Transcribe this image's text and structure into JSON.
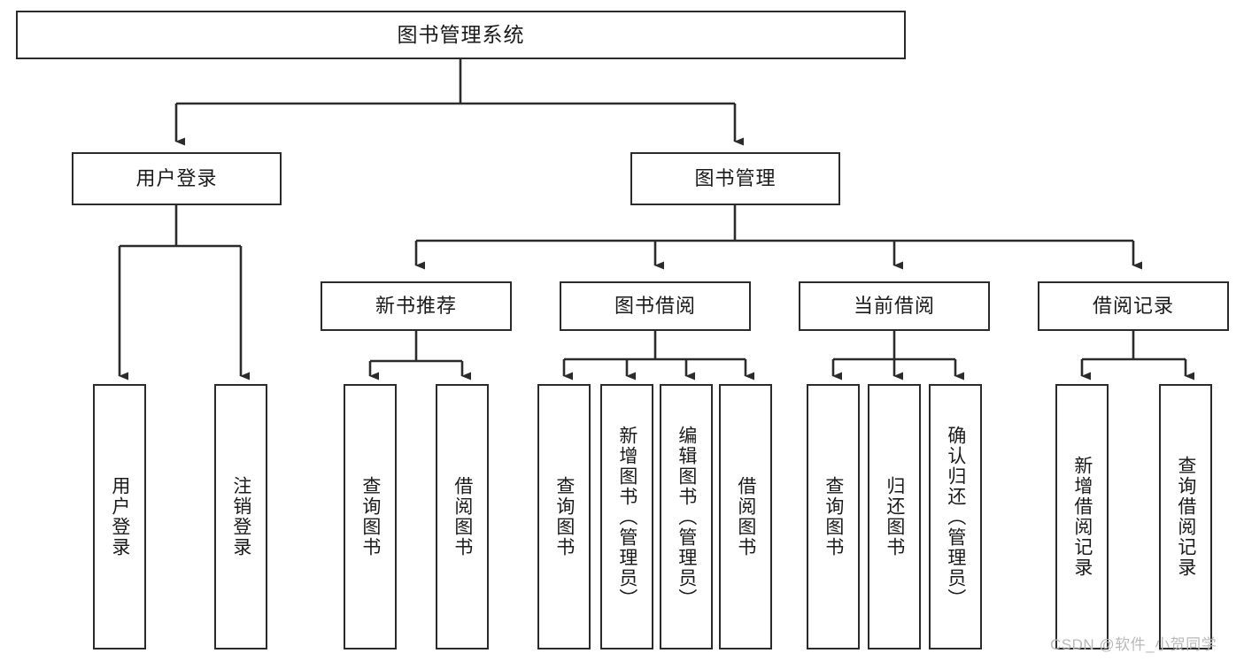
{
  "diagram": {
    "title": "图书管理系统",
    "type": "tree-hierarchy-chart",
    "orientation": "top-down",
    "line_color": "#2b2b2b",
    "box_fill": "#ffffff",
    "text_color": "#1a1a1a"
  },
  "nodes": {
    "root": {
      "label": "图书管理系统"
    },
    "level2": [
      {
        "label": "用户登录"
      },
      {
        "label": "图书管理"
      }
    ],
    "level3": [
      {
        "label": "新书推荐"
      },
      {
        "label": "图书借阅"
      },
      {
        "label": "当前借阅"
      },
      {
        "label": "借阅记录"
      }
    ],
    "leaves": {
      "user_login": [
        {
          "label": "用户登录"
        },
        {
          "label": "注销登录"
        }
      ],
      "new_book_recommend": [
        {
          "label": "查询图书"
        },
        {
          "label": "借阅图书"
        }
      ],
      "book_borrow": [
        {
          "label": "查询图书"
        },
        {
          "label": "新增图书（管理员）"
        },
        {
          "label": "编辑图书（管理员）"
        },
        {
          "label": "借阅图书"
        }
      ],
      "current_borrow": [
        {
          "label": "查询图书"
        },
        {
          "label": "归还图书"
        },
        {
          "label": "确认归还（管理员）"
        }
      ],
      "borrow_record": [
        {
          "label": "新增借阅记录"
        },
        {
          "label": "查询借阅记录"
        }
      ]
    }
  },
  "watermark": {
    "text": "CSDN @软件_小贺同学"
  }
}
